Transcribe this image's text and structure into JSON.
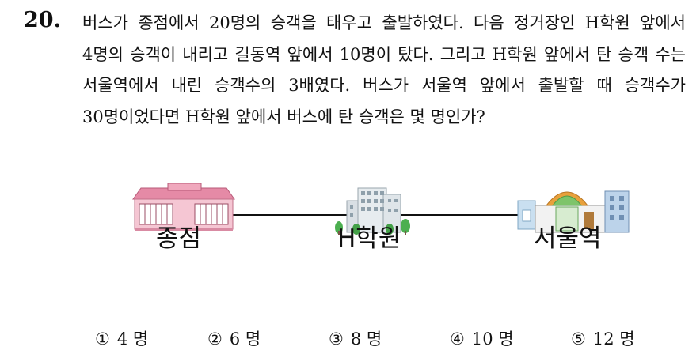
{
  "question": {
    "number": "20.",
    "text": "버스가 종점에서 20명의 승객을 태우고 출발하였다. 다음 정거장인 H학원 앞에서 4명의 승객이 내리고 길동역 앞에서 10명이 탔다. 그리고 H학원 앞에서 탄 승객 수는 서울역에서 내린 승객수의 3배였다. 버스가 서울역 앞에서 출발할 때 승객수가 30명이었다면 H학원 앞에서 버스에 탄 승객은 몇 명인가?"
  },
  "diagram": {
    "stops": [
      {
        "label": "종점",
        "icon": "pink-house-icon"
      },
      {
        "label": "H학원",
        "icon": "gray-building-icon"
      },
      {
        "label": "서울역",
        "icon": "station-building-icon"
      }
    ]
  },
  "choices": [
    {
      "marker": "①",
      "text": "4 명"
    },
    {
      "marker": "②",
      "text": "6 명"
    },
    {
      "marker": "③",
      "text": "8 명"
    },
    {
      "marker": "④",
      "text": "10 명"
    },
    {
      "marker": "⑤",
      "text": "12 명"
    }
  ]
}
